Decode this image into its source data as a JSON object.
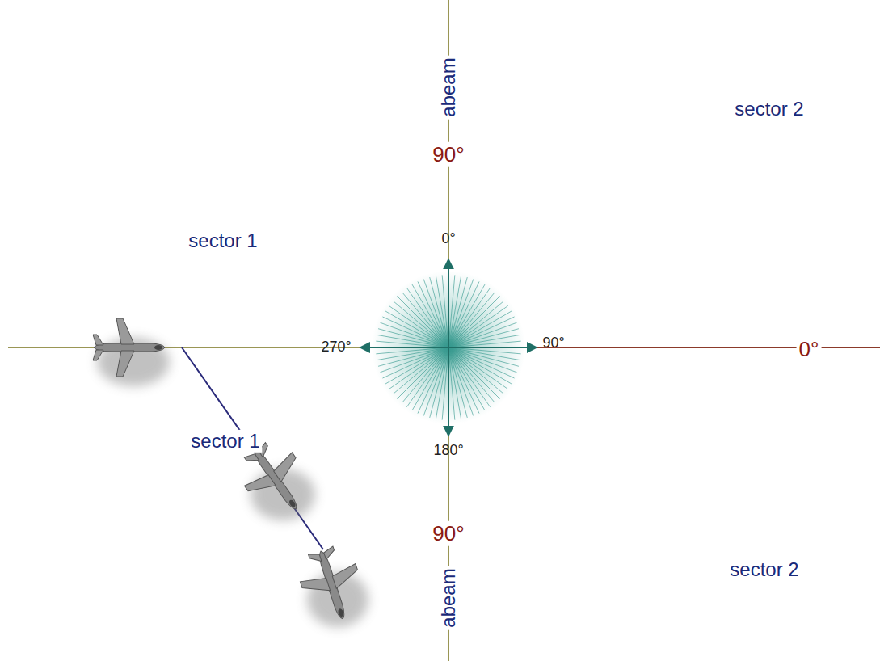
{
  "diagram": {
    "labels": [
      "abeam",
      "sector 2",
      "90°",
      "sector 1",
      "0°",
      "270°",
      "90°",
      "0°",
      "sector 1",
      "180°",
      "90°",
      "abeam",
      "sector 2"
    ]
  }
}
